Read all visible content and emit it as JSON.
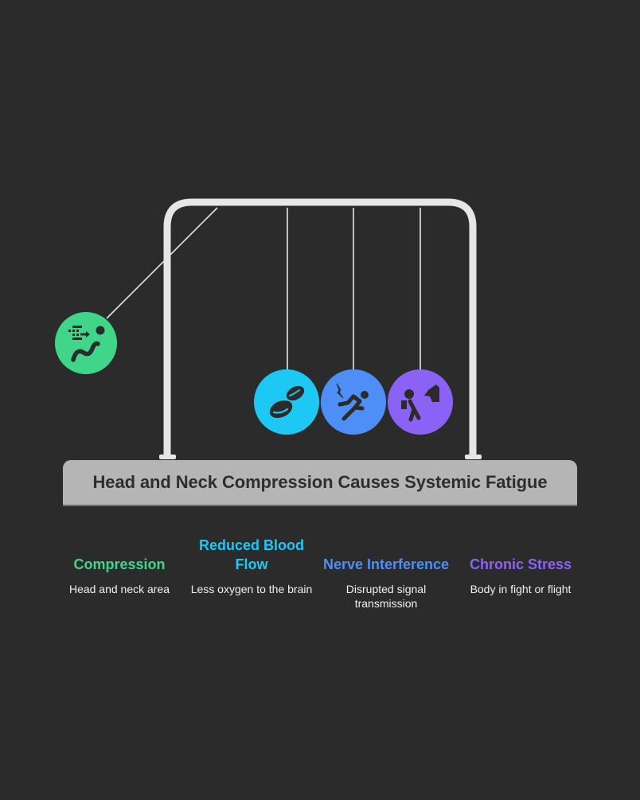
{
  "title": "Head and Neck Compression Causes Systemic Fatigue",
  "items": [
    {
      "heading": "Compression",
      "description": "Head and neck area",
      "color": "#3fd68a",
      "icon": "airway-compression-icon"
    },
    {
      "heading": "Reduced Blood Flow",
      "description": "Less oxygen to the brain",
      "color": "#1ec8f5",
      "icon": "blood-cells-icon"
    },
    {
      "heading": "Nerve Interference",
      "description": "Disrupted signal transmission",
      "color": "#4d8ef7",
      "icon": "electric-shock-fall-icon"
    },
    {
      "heading": "Chronic Stress",
      "description": "Body in fight or flight",
      "color": "#8a63f6",
      "icon": "fleeing-person-icon"
    }
  ]
}
